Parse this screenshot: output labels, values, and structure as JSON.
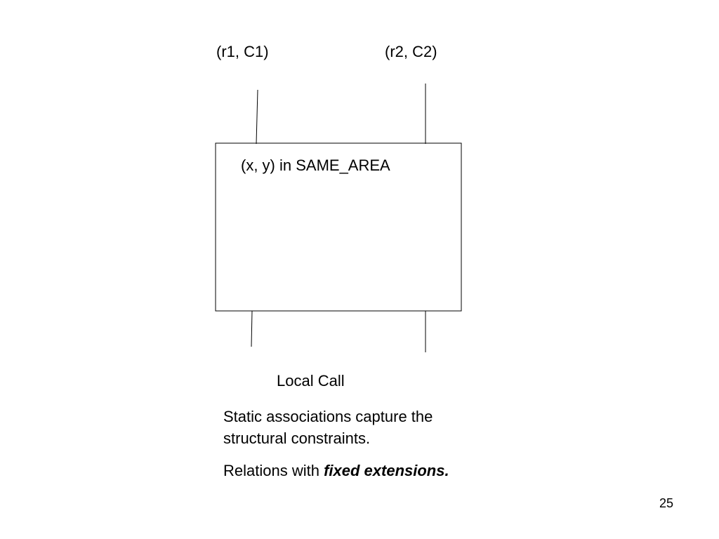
{
  "slide": {
    "ports": {
      "top_left": "(r1, C1)",
      "top_right": "(r2, C2)"
    },
    "box_label": "(x, y) in SAME_AREA",
    "caption": "Local Call",
    "notes": {
      "line1": "Static associations capture the",
      "line2": "structural constraints.",
      "relations_prefix": "Relations with ",
      "relations_emphasis": "fixed extensions."
    },
    "page_number": "25"
  }
}
